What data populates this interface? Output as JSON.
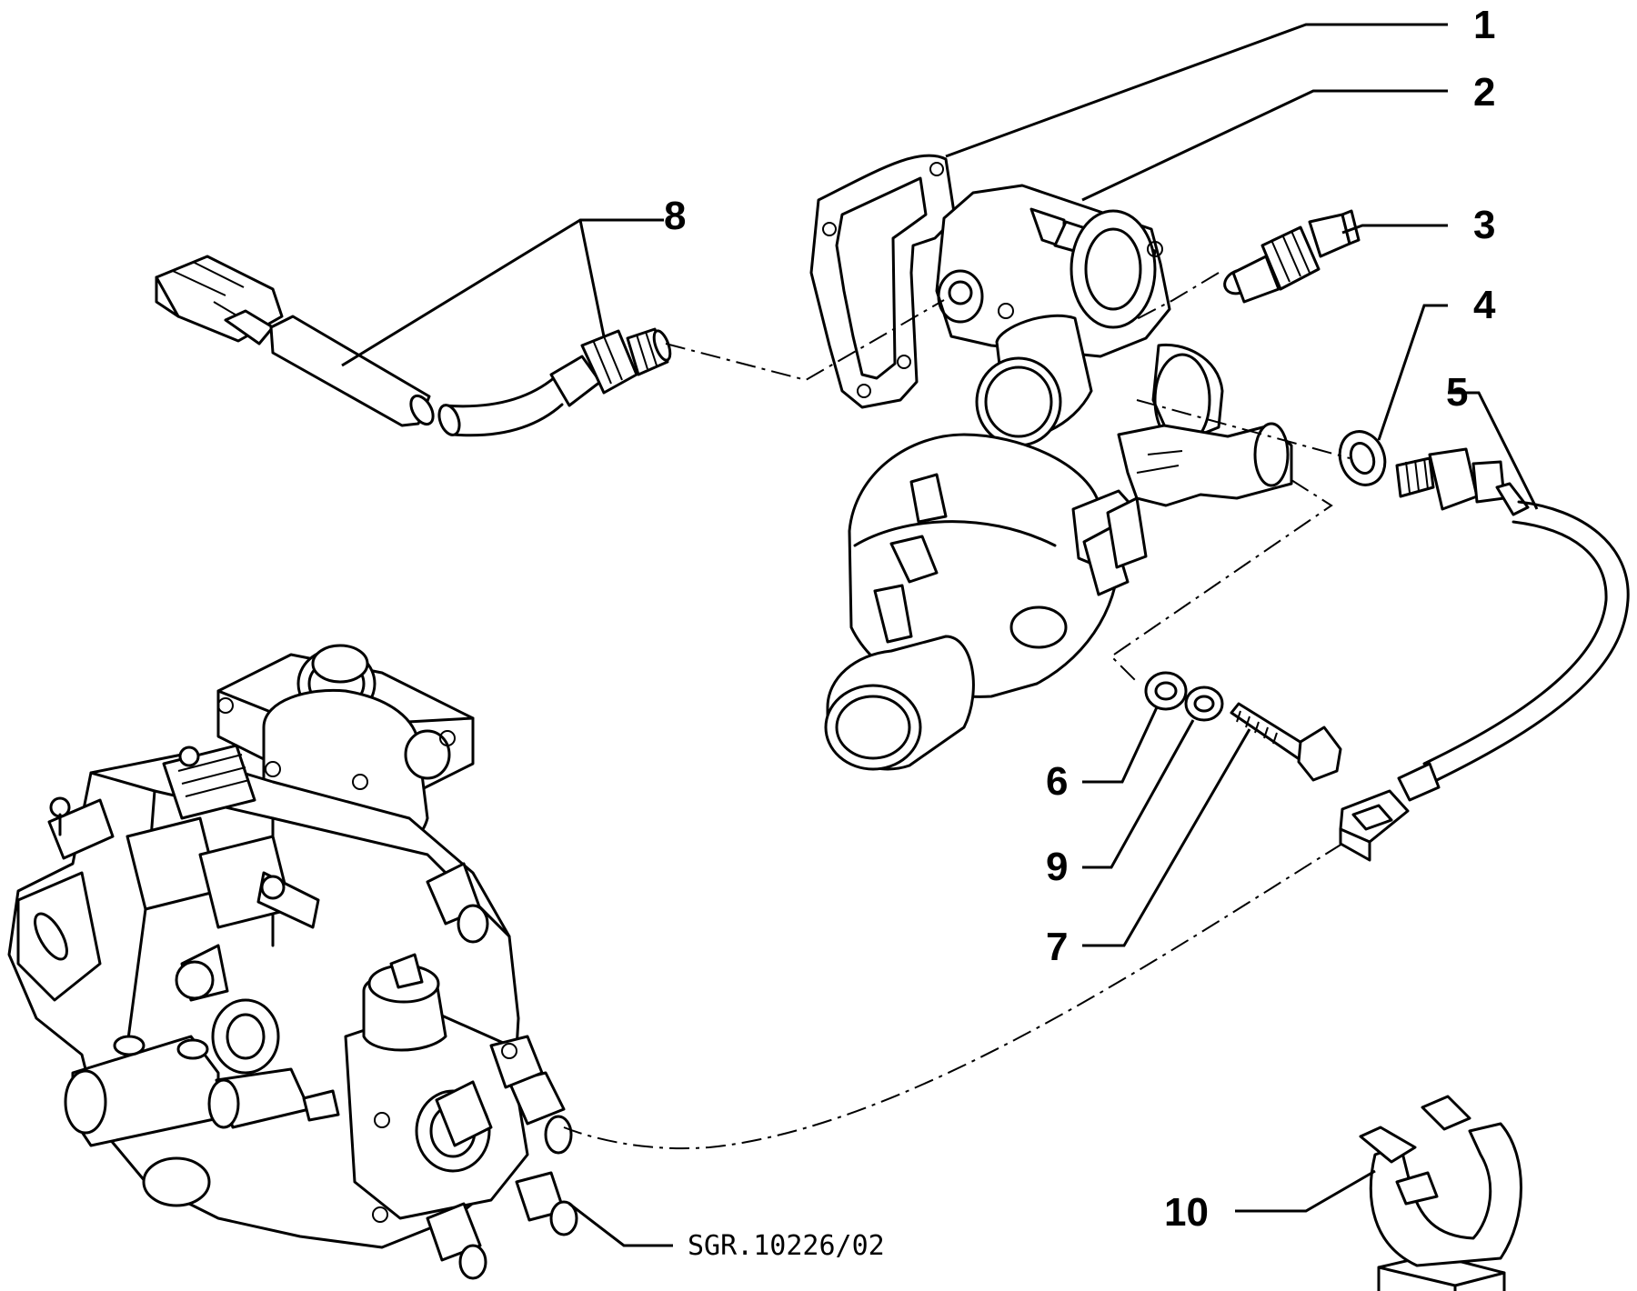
{
  "callouts": {
    "c1": "1",
    "c2": "2",
    "c3": "3",
    "c4": "4",
    "c5": "5",
    "c6": "6",
    "c7": "7",
    "c8": "8",
    "c9": "9",
    "c10": "10"
  },
  "reference_code": "SGR.10226/02"
}
